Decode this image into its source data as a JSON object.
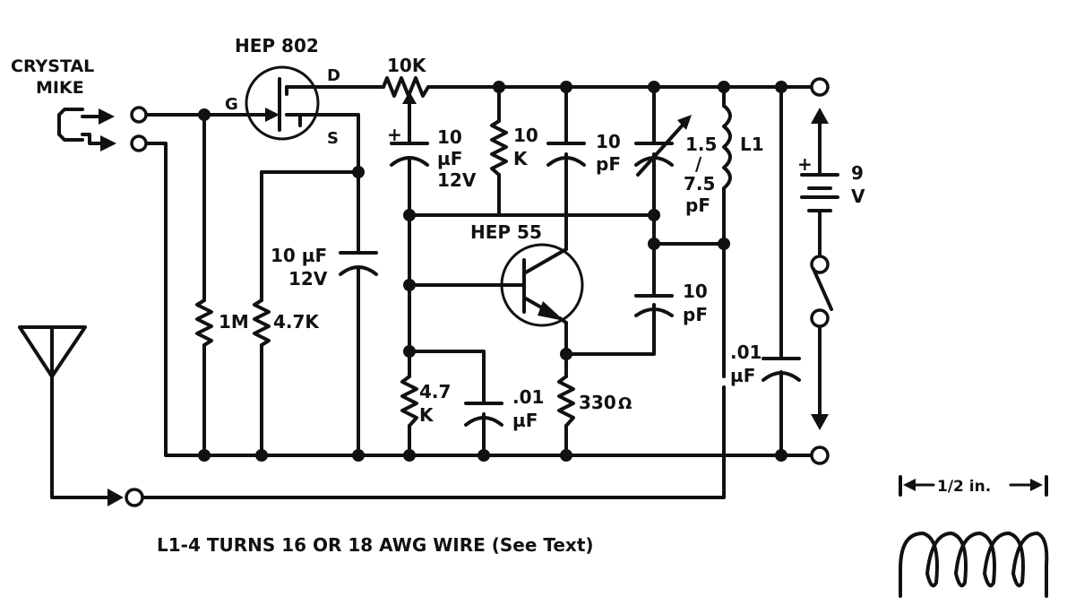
{
  "labels": {
    "mic_line1": "CRYSTAL",
    "mic_line2": "MIKE",
    "fet": "HEP 802",
    "fet_gate": "G",
    "fet_drain": "D",
    "fet_source": "S",
    "pot": "10K",
    "c1_val_line1": "10",
    "c1_val_line2": "µF",
    "c1_val_line3": "12V",
    "r10k_line1": "10",
    "r10k_line2": "K",
    "c10pf_a_line1": "10",
    "c10pf_a_line2": "pF",
    "trimmer_line1": "1.5",
    "trimmer_line2": "/",
    "trimmer_line3": "7.5",
    "trimmer_line4": "pF",
    "l1": "L1",
    "batt_v_line1": "9",
    "batt_v_line2": "V",
    "plus": "+",
    "c10uf_b_line1": "10 µF",
    "c10uf_b_line2": "12V",
    "r1m": "1M",
    "r47k_a": "4.7K",
    "hep55": "HEP 55",
    "c10pf_b_line1": "10",
    "c10pf_b_line2": "pF",
    "r47k_b_line1": "4.7",
    "r47k_b_line2": "K",
    "c01_a_line1": ".01",
    "c01_a_line2": "µF",
    "r330": "330",
    "ohm": "Ω",
    "c01_b_line1": ".01",
    "c01_b_line2": "µF",
    "note": "L1-4 TURNS 16 OR 18 AWG WIRE (See Text)",
    "coil_dim": "1/2 in."
  }
}
